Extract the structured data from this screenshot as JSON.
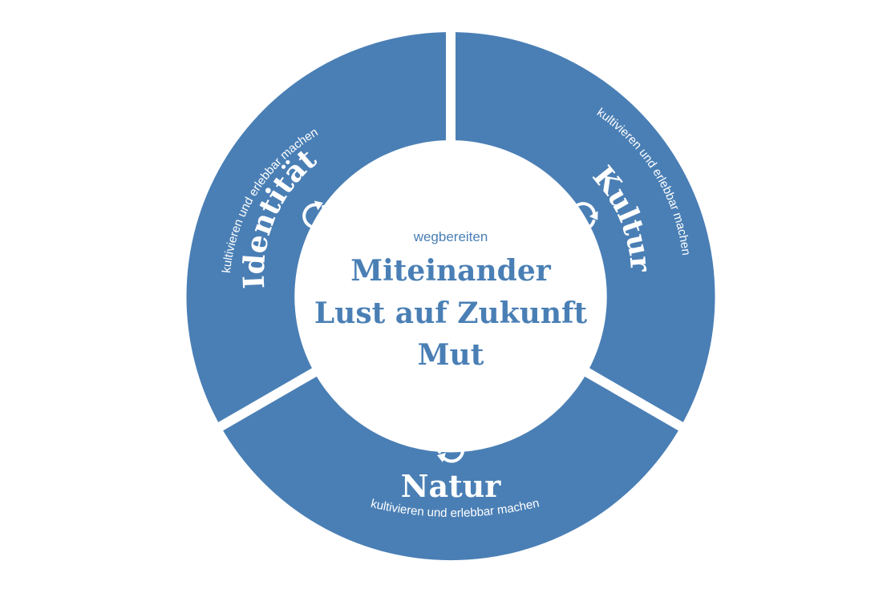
{
  "center": {
    "small_label": "wegbereiten",
    "lines": [
      "Miteinander",
      "Lust auf Zukunft",
      "Mut"
    ]
  },
  "segments": [
    {
      "title": "Identität",
      "subtitle": "kultivieren und erlebbar machen"
    },
    {
      "title": "Kultur",
      "subtitle": "kultivieren und erlebbar machen"
    },
    {
      "title": "Natur",
      "subtitle": "kultivieren und erlebbar machen"
    }
  ],
  "colors": {
    "ring": "#4a7fb5",
    "background": "#ffffff",
    "text_on_ring": "#ffffff",
    "center_text": "#4a7fb5"
  },
  "icons": [
    "cycle-arrows-icon",
    "cycle-arrows-icon",
    "cycle-arrows-icon"
  ]
}
